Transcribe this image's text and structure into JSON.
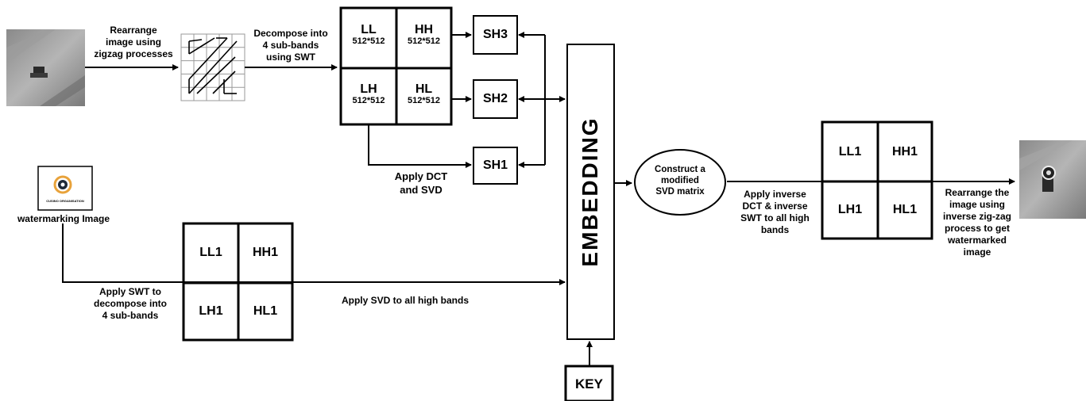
{
  "cover_transform": {
    "step_zigzag": [
      "Rearrange",
      "image using",
      "zigzag processes"
    ],
    "step_swt": [
      "Decompose into",
      "4 sub-bands",
      "using SWT"
    ],
    "subbands": [
      {
        "name": "LL",
        "size": "512*512"
      },
      {
        "name": "HH",
        "size": "512*512"
      },
      {
        "name": "LH",
        "size": "512*512"
      },
      {
        "name": "HL",
        "size": "512*512"
      }
    ],
    "sh_blocks": [
      "SH3",
      "SH2",
      "SH1"
    ],
    "step_dct_svd": [
      "Apply DCT",
      "and SVD"
    ]
  },
  "watermark": {
    "logo_text": "CUSINO ORGANISATION",
    "label": "watermarking Image",
    "step_swt": [
      "Apply SWT to",
      "decompose into",
      "4 sub-bands"
    ],
    "subbands": [
      "LL1",
      "HH1",
      "LH1",
      "HL1"
    ],
    "step_svd": "Apply SVD to all high bands"
  },
  "embedding": {
    "label": "EMBEDDING",
    "key": "KEY"
  },
  "reconstruction": {
    "construct": [
      "Construct a",
      "modified",
      "SVD matrix"
    ],
    "step_inverse": [
      "Apply inverse",
      "DCT & inverse",
      "SWT to all high",
      "bands"
    ],
    "subbands": [
      "LL1",
      "HH1",
      "LH1",
      "HL1"
    ],
    "step_rearrange": [
      "Rearrange the",
      "image using",
      "inverse zig-zag",
      "process to get",
      "watermarked",
      "image"
    ]
  }
}
